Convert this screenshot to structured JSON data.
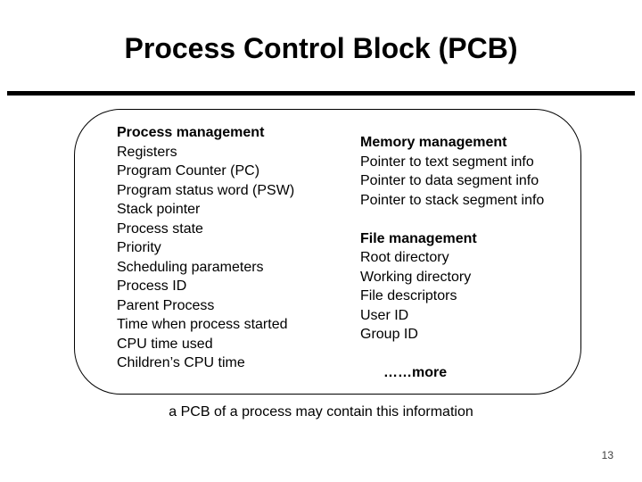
{
  "slide": {
    "title": "Process Control Block (PCB)",
    "caption": "a PCB of a process may contain this information",
    "page_number": "13",
    "colors": {
      "background": "#ffffff",
      "text": "#000000",
      "rule": "#000000",
      "page_number": "#404040"
    }
  },
  "pcb_box": {
    "left_column": {
      "header": "Process management",
      "items": [
        "Registers",
        "Program Counter (PC)",
        "Program status word (PSW)",
        "Stack pointer",
        "Process state",
        "Priority",
        "Scheduling parameters",
        "Process ID",
        "Parent Process",
        "Time when process started",
        "CPU time used",
        "Children’s CPU time"
      ]
    },
    "right_column": {
      "memory_section": {
        "header": "Memory management",
        "items": [
          "Pointer to text segment info",
          "Pointer to data segment info",
          "Pointer to stack segment info"
        ]
      },
      "file_section": {
        "header": "File management",
        "items": [
          "Root directory",
          "Working directory",
          "File descriptors",
          "User ID",
          "Group ID"
        ]
      },
      "more_label": "……more"
    }
  }
}
